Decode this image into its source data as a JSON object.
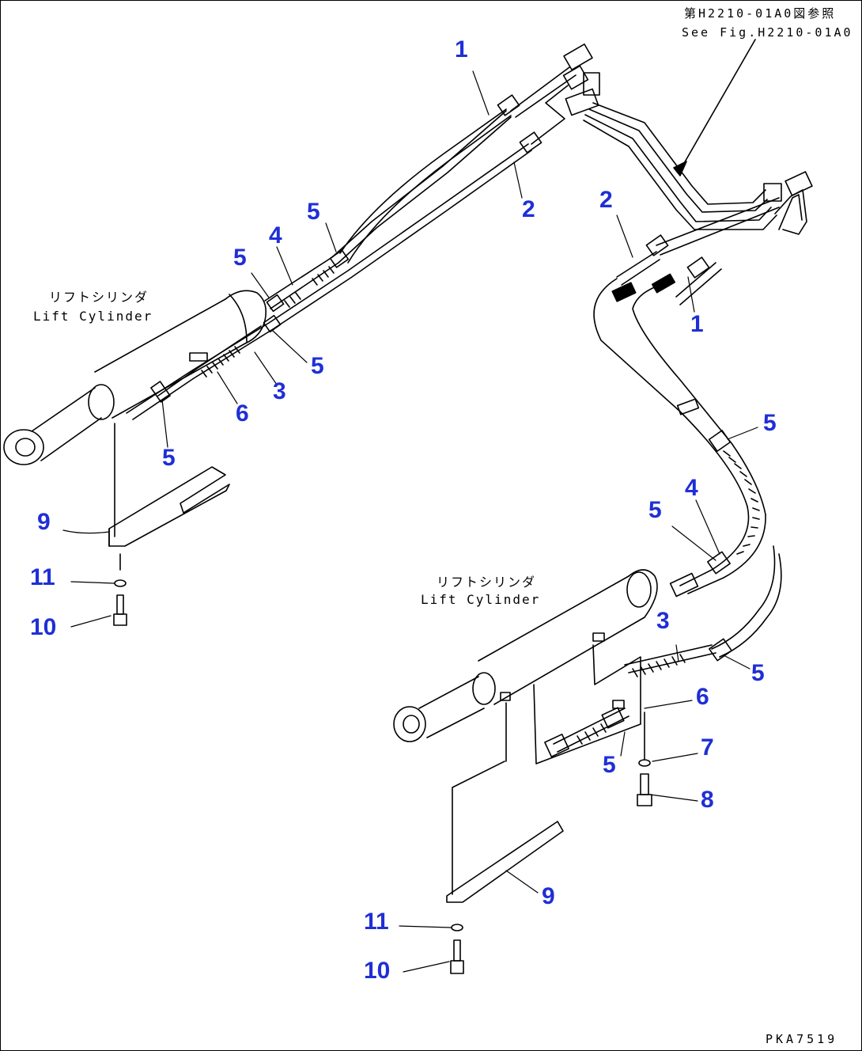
{
  "reference": {
    "jp": "第H2210-01A0図参照",
    "en": "See Fig.H2210-01A0"
  },
  "cylinder_labels": {
    "left_jp": "リフトシリンダ",
    "left_en": "Lift Cylinder",
    "right_jp": "リフトシリンダ",
    "right_en": "Lift Cylinder"
  },
  "callouts": [
    "1",
    "2",
    "2",
    "1",
    "5",
    "4",
    "5",
    "5",
    "3",
    "6",
    "5",
    "5",
    "5",
    "4",
    "9",
    "11",
    "10",
    "3",
    "5",
    "6",
    "5",
    "7",
    "8",
    "9",
    "11",
    "10"
  ],
  "drawing_code": "PKA7519",
  "colors": {
    "callout": "#1f2fd6",
    "line": "#000000"
  }
}
